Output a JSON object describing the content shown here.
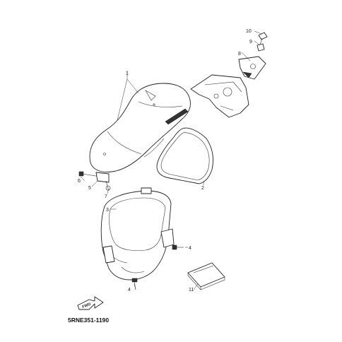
{
  "diagram": {
    "callouts": {
      "c1": "1",
      "c2": "2",
      "c3": "3",
      "c4a": "4",
      "c4b": "4",
      "c5": "5",
      "c6": "6",
      "c7": "7",
      "c8": "8",
      "c9": "9",
      "c10": "10",
      "c11": "11"
    },
    "fwd_label": "FWD",
    "drawing_code": "5RNE351-1190"
  },
  "colors": {
    "line": "#222222",
    "background": "#ffffff"
  }
}
